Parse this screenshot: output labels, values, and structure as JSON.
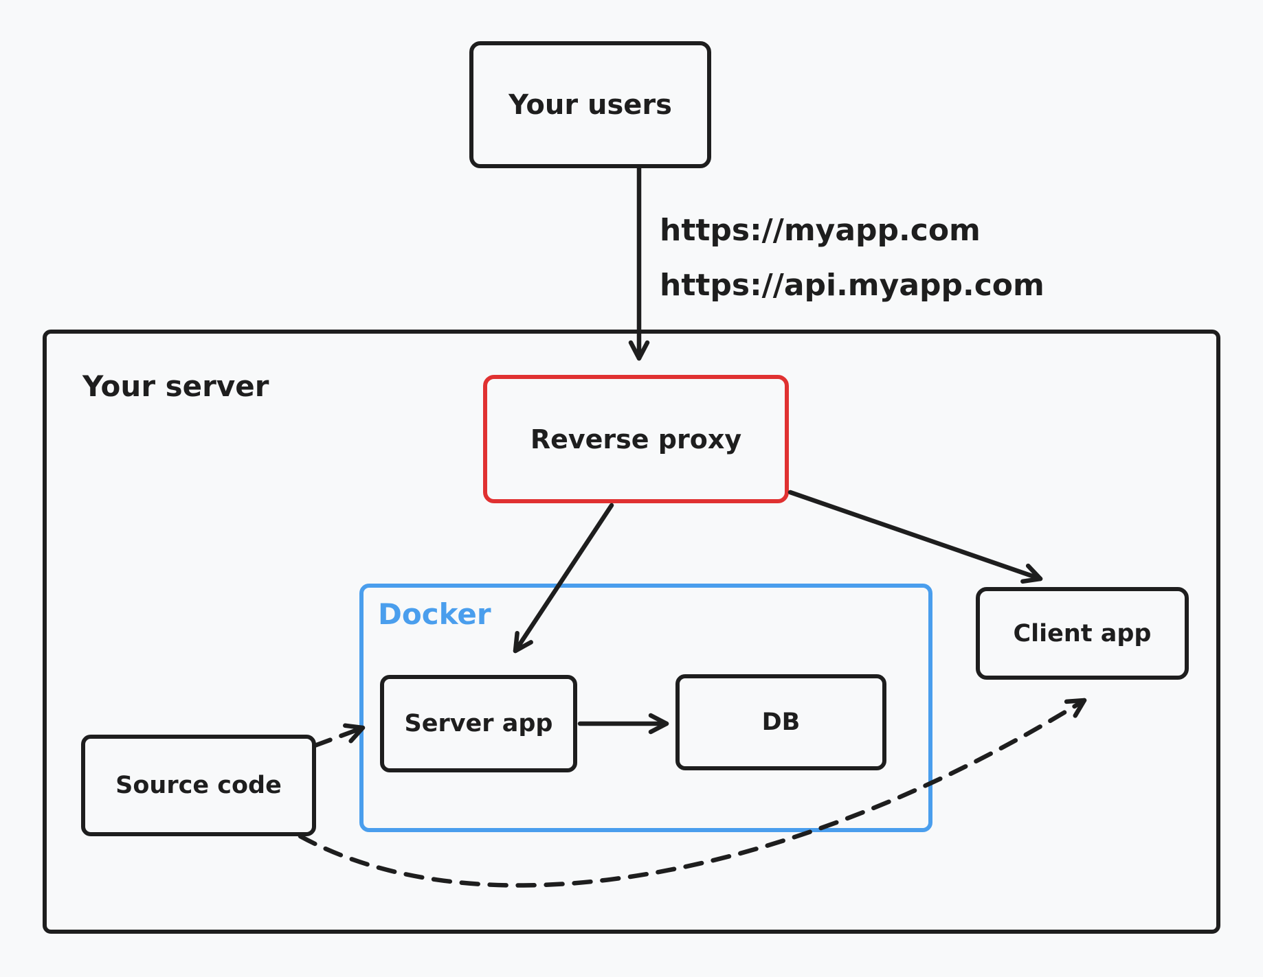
{
  "colors": {
    "background": "#f8f9fa",
    "stroke": "#1e1e1e",
    "red": "#e03131",
    "blue": "#4a9eed"
  },
  "nodes": {
    "your_users": {
      "label": "Your users"
    },
    "your_server": {
      "label": "Your server"
    },
    "reverse_proxy": {
      "label": "Reverse proxy"
    },
    "docker": {
      "label": "Docker"
    },
    "server_app": {
      "label": "Server app"
    },
    "db": {
      "label": "DB"
    },
    "client_app": {
      "label": "Client app"
    },
    "source_code": {
      "label": "Source code"
    }
  },
  "edges": {
    "users_to_proxy": {
      "labels": [
        "https://myapp.com",
        "https://api.myapp.com"
      ]
    }
  }
}
